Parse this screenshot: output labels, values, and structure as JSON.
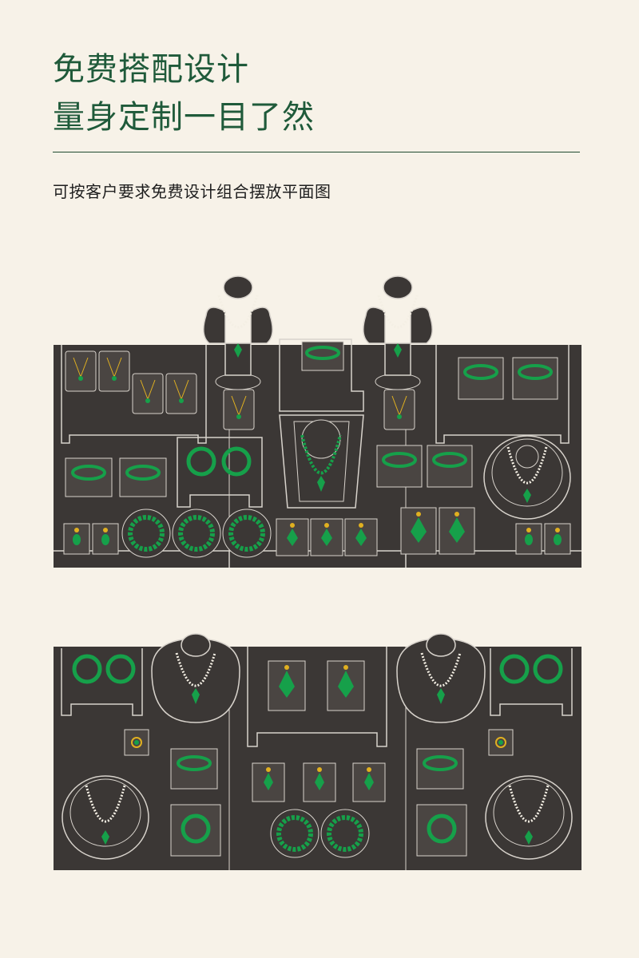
{
  "heading": {
    "line1": "免费搭配设计",
    "line2": "量身定制一目了然"
  },
  "subtitle": "可按客户要求免费设计组合摆放平面图",
  "colors": {
    "background": "#f7f2e8",
    "heading_green": "#1f5a3a",
    "counter_dark": "#3b3735",
    "outline": "#d8d3cc",
    "jade": "#16a04a",
    "jade_dark": "#0b6b30",
    "gold": "#e0b020",
    "pearl": "#f4efe4"
  },
  "icons": [
    "necklace-bust-icon",
    "bangle-icon",
    "bracelet-bead-ring-icon",
    "pendant-icon",
    "earring-icon",
    "ring-icon",
    "pendant-necklace-icon"
  ]
}
